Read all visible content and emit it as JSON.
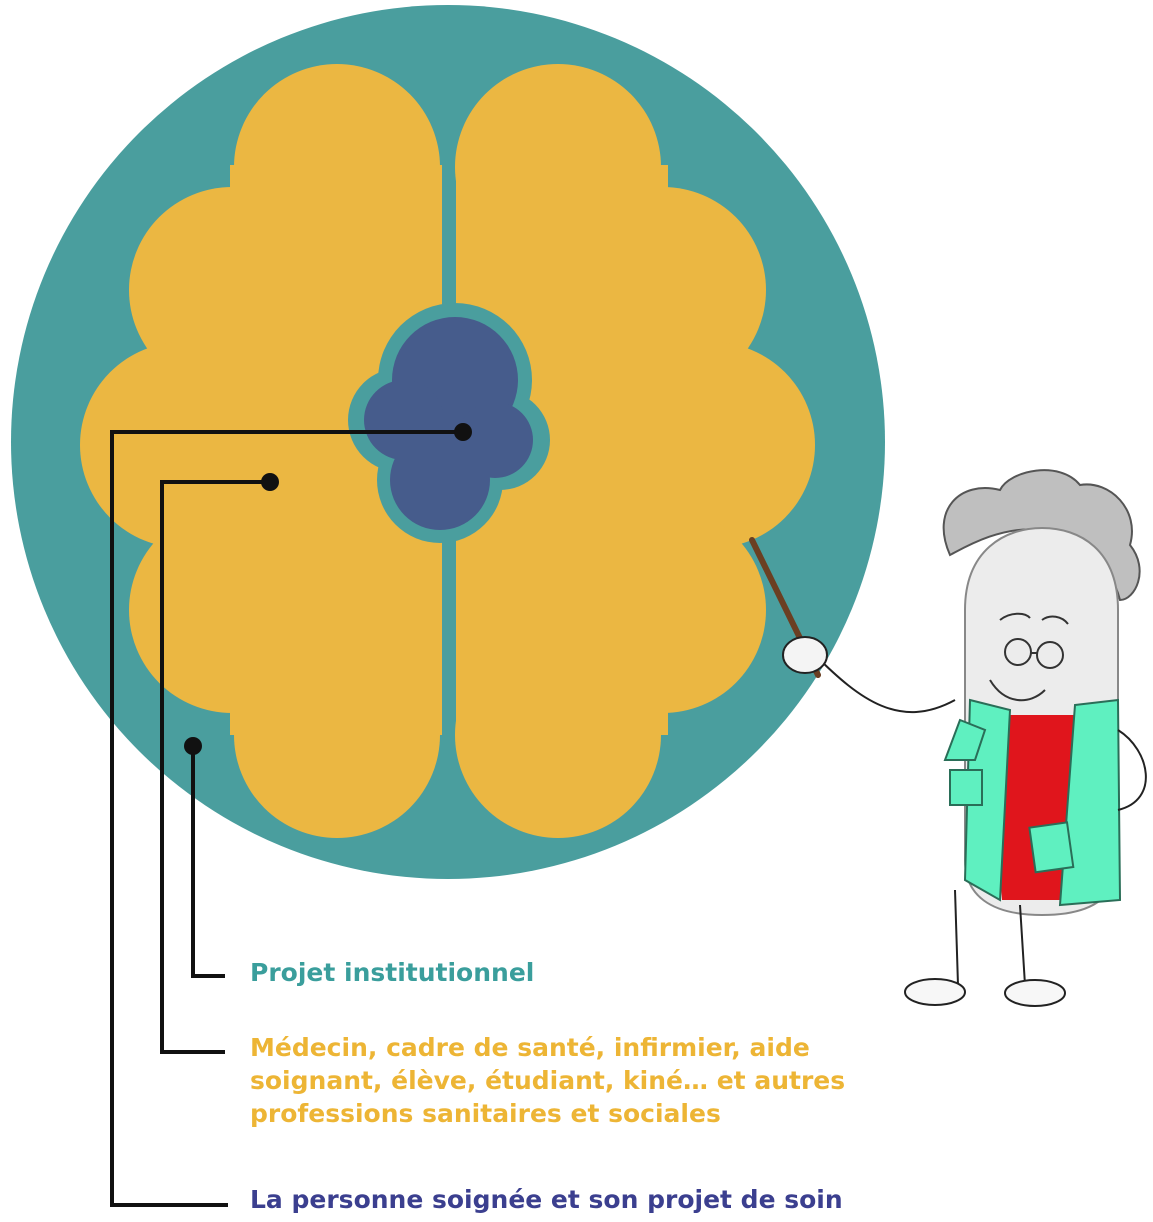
{
  "colors": {
    "outer_circle": "#4a9e9e",
    "petals": "#ebb742",
    "core": "#465c8c",
    "connector": "#111111",
    "label_institution": "#3a9e9c",
    "label_professionals": "#edb535",
    "label_patient": "#3b3f8f"
  },
  "legend": {
    "institution": "Projet institutionnel",
    "professionals": "Médecin, cadre de santé, infirmier, aide soignant, élève, étudiant, kiné… et autres professions sanitaires et sociales",
    "patient": "La personne soignée et son projet de soin"
  },
  "character": {
    "icon": "pill-professor-with-pointer-icon"
  }
}
